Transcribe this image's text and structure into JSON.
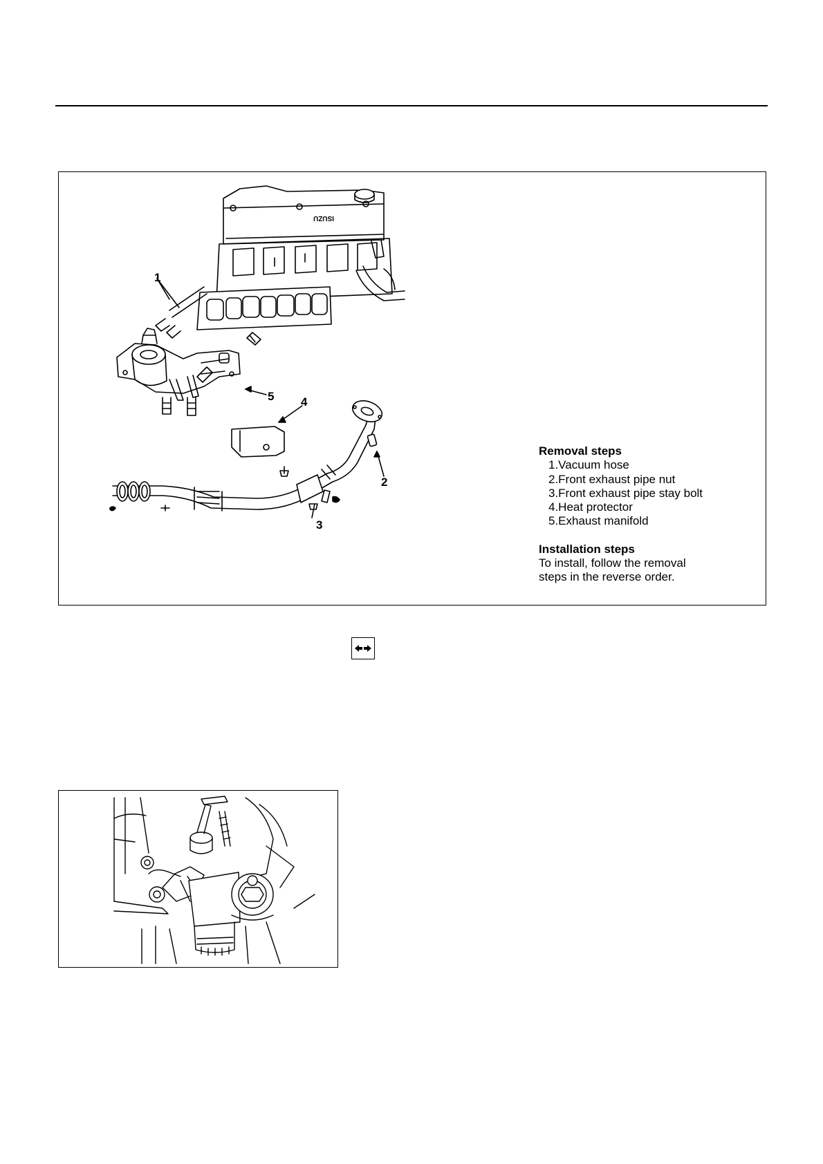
{
  "figure": {
    "callouts": [
      "1",
      "2",
      "3",
      "4",
      "5"
    ],
    "engine_logo_text": "ISUZU"
  },
  "removal": {
    "heading": "Removal steps",
    "items": [
      "1.Vacuum hose",
      "2.Front exhaust pipe nut",
      "3.Front exhaust pipe stay bolt",
      "4.Heat protector",
      "5.Exhaust manifold"
    ]
  },
  "installation": {
    "heading": "Installation steps",
    "lines": [
      "To install, follow the removal",
      "steps in the reverse order."
    ]
  },
  "symbols": {
    "removal_installation_icon": "double-arrow-icon"
  }
}
